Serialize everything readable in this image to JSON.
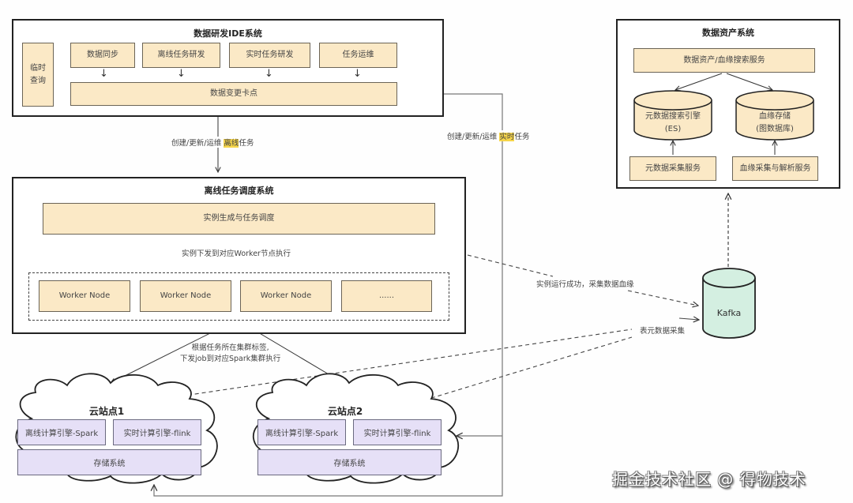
{
  "ide_system": {
    "title": "数据研发IDE系统",
    "adhoc_query": "临时\n查询",
    "modules": [
      "数据同步",
      "离线任务研发",
      "实时任务研发",
      "任务运维"
    ],
    "checkpoint": "数据变更卡点"
  },
  "asset_system": {
    "title": "数据资产系统",
    "search_service": "数据资产/血缘搜索服务",
    "meta_engine_line1": "元数据搜索引擎",
    "meta_engine_line2": "(ES)",
    "lineage_store_line1": "血缘存储",
    "lineage_store_line2": "(图数据库)",
    "meta_collect": "元数据采集服务",
    "lineage_collect": "血缘采集与解析服务"
  },
  "edge_labels": {
    "offline_prefix": "创建/更新/运维 ",
    "offline_highlight": "离线",
    "offline_suffix": "任务",
    "realtime_prefix": "创建/更新/运维 ",
    "realtime_highlight": "实时",
    "realtime_suffix": "任务",
    "dispatch_worker": "实例下发到对应Worker节点执行",
    "dispatch_spark_line1": "根据任务所在集群标签,",
    "dispatch_spark_line2": "下发job到对应Spark集群执行",
    "lineage_collect": "实例运行成功，采集数据血缘",
    "meta_collect": "表元数据采集"
  },
  "scheduler_system": {
    "title": "离线任务调度系统",
    "instance_scheduling": "实例生成与任务调度",
    "workers": [
      "Worker Node",
      "Worker Node",
      "Worker Node",
      "......"
    ]
  },
  "kafka": {
    "label": "Kafka"
  },
  "sites": [
    {
      "title": "云站点1",
      "spark": "离线计算引擎-Spark",
      "flink": "实时计算引擎-flink",
      "storage": "存储系统"
    },
    {
      "title": "云站点2",
      "spark": "离线计算引擎-Spark",
      "flink": "实时计算引擎-flink",
      "storage": "存储系统"
    }
  ],
  "watermark": "掘金技术社区 @ 得物技术",
  "colors": {
    "module_fill": "#fbe9c6",
    "engine_fill": "#e6e0f7",
    "kafka_fill": "#d4efe1",
    "highlight": "#f6d54a"
  }
}
